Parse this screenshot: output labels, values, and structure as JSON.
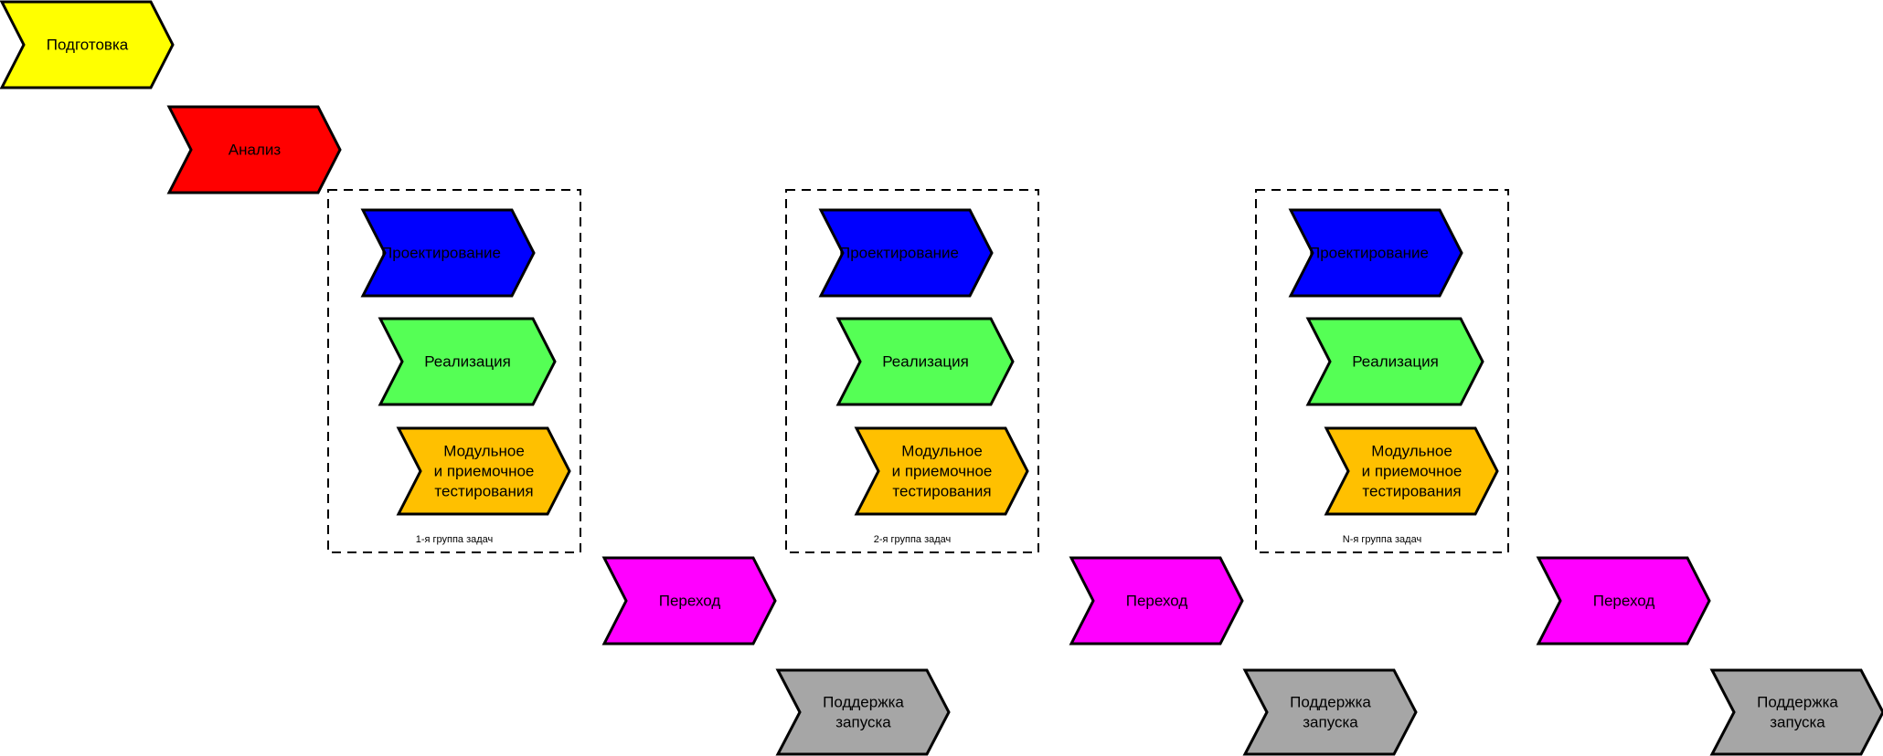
{
  "colors": {
    "prep": "#ffff00",
    "analysis": "#ff0000",
    "design": "#0000ff",
    "impl": "#55ff55",
    "test": "#ffc000",
    "transition": "#ff00ff",
    "support": "#a6a6a6",
    "stroke": "#000000"
  },
  "stages": {
    "prep": "Подготовка",
    "analysis": "Анализ"
  },
  "groups": [
    {
      "caption": "1-я группа задач",
      "design": "Проектирование",
      "impl": "Реализация",
      "test": [
        "Модульное",
        "и приемочное",
        "тестирования"
      ],
      "transition": "Переход",
      "support": [
        "Поддержка",
        "запуска"
      ]
    },
    {
      "caption": "2-я группа задач",
      "design": "Проектирование",
      "impl": "Реализация",
      "test": [
        "Модульное",
        "и приемочное",
        "тестирования"
      ],
      "transition": "Переход",
      "support": [
        "Поддержка",
        "запуска"
      ]
    },
    {
      "caption": "N-я группа задач",
      "design": "Проектирование",
      "impl": "Реализация",
      "test": [
        "Модульное",
        "и приемочное",
        "тестирования"
      ],
      "transition": "Переход",
      "support": [
        "Поддержка",
        "запуска"
      ]
    }
  ]
}
